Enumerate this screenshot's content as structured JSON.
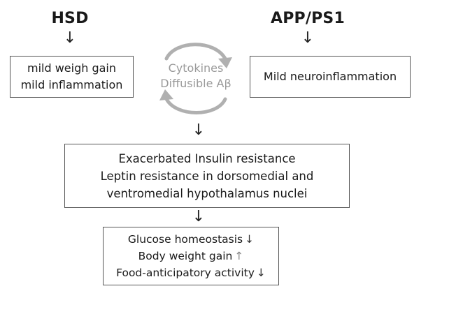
{
  "left": {
    "title": "HSD",
    "box_lines": [
      "mild weigh gain",
      "mild inflammation"
    ]
  },
  "right": {
    "title": "APP/PS1",
    "box_lines": [
      "Mild neuroinflammation"
    ]
  },
  "cycle": {
    "lines": [
      "Cytokines",
      "Diffusible Aβ"
    ]
  },
  "middle_box": {
    "lines": [
      "Exacerbated Insulin resistance",
      "Leptin resistance in dorsomedial and",
      "ventromedial hypothalamus nuclei"
    ]
  },
  "outcome_box": {
    "items": [
      {
        "label": "Glucose homeostasis",
        "direction": "↓"
      },
      {
        "label": "Body weight gain",
        "direction": "↑"
      },
      {
        "label": "Food-anticipatory activity",
        "direction": "↓"
      }
    ]
  },
  "arrows": {
    "down": "↓"
  },
  "colors": {
    "border": "#555555",
    "cycle": "#a8a8a8",
    "text": "#1a1a1a"
  }
}
